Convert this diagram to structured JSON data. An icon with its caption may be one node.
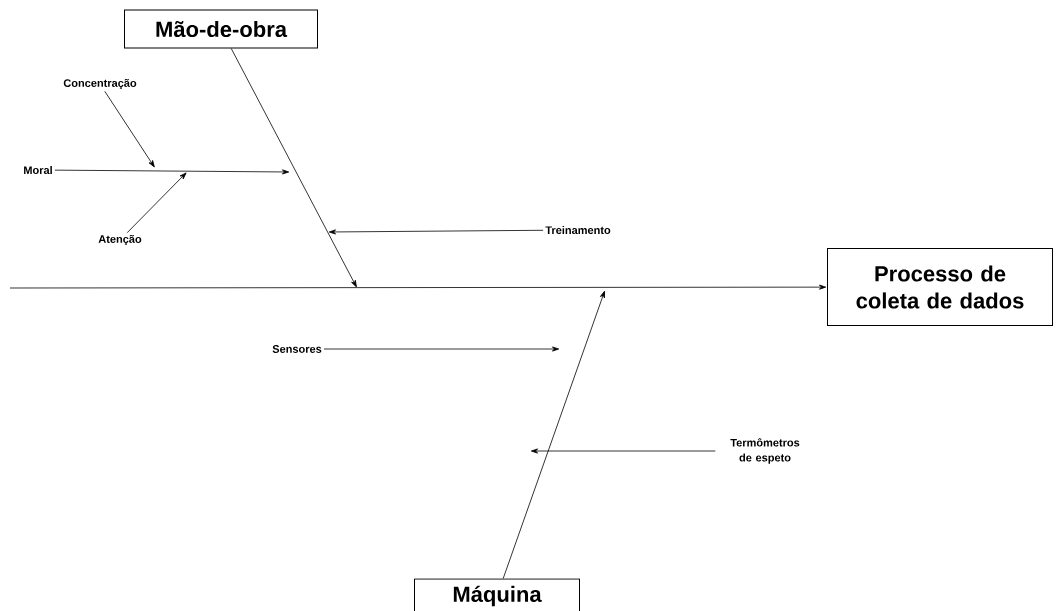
{
  "diagram": {
    "nodes": [
      {
        "text": [
          "Mão-de-obra"
        ]
      },
      {
        "text": [
          "Processo de coleta de dados"
        ]
      },
      {
        "text": [
          "Máquina"
        ]
      },
      {
        "text": [
          "Concentração"
        ]
      },
      {
        "text": [
          "Moral"
        ]
      },
      {
        "text": [
          "Atenção"
        ]
      },
      {
        "text": [
          "Treinamento"
        ]
      },
      {
        "text": [
          "Sensores"
        ]
      },
      {
        "text": [
          "Termômetros de espeto"
        ]
      }
    ],
    "edges": [
      {
        "from": null,
        "to": 1,
        "arrow": "to"
      },
      {
        "from": 0,
        "to": null,
        "arrow": "to"
      },
      {
        "from": 3,
        "to": null,
        "arrow": "to"
      },
      {
        "from": 4,
        "to": null,
        "arrow": "to"
      },
      {
        "from": 5,
        "to": null,
        "arrow": "to"
      },
      {
        "from": 6,
        "to": null,
        "arrow": "to"
      },
      {
        "from": 7,
        "to": null,
        "arrow": "to"
      },
      {
        "from": 8,
        "to": null,
        "arrow": "to"
      },
      {
        "from": 2,
        "to": null,
        "arrow": "to"
      }
    ]
  }
}
